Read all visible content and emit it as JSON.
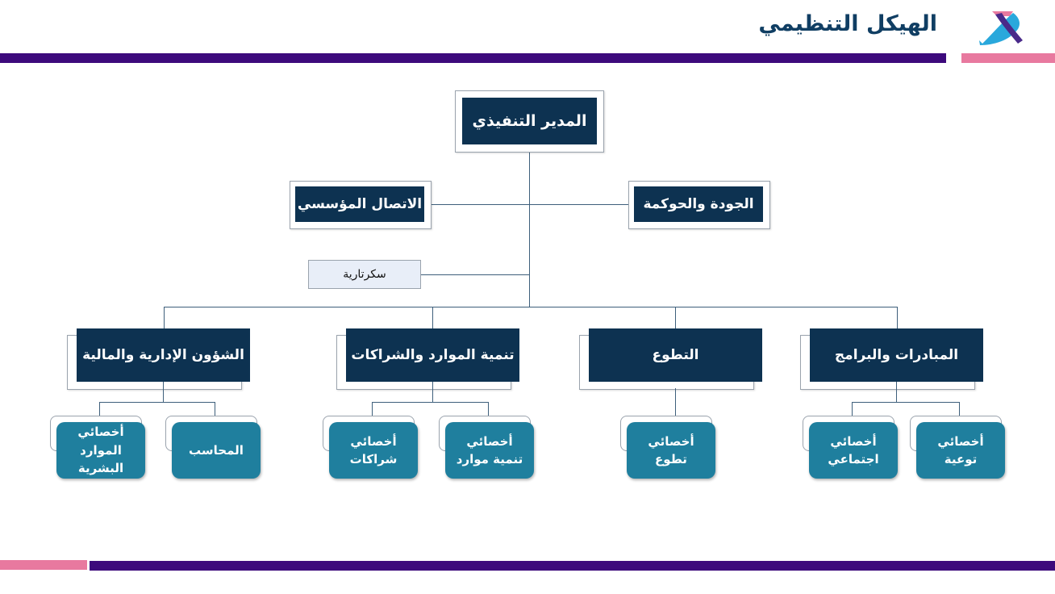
{
  "header": {
    "title": "الهيكل التنظيمي",
    "colors": {
      "purple": "#3d0a7c",
      "pink": "#e8799f",
      "navy": "#0d3251",
      "teal": "#1f7f9e"
    }
  },
  "chart": {
    "executive": "المدير التنفيذي",
    "communication": "الاتصال المؤسسي",
    "quality": "الجودة والحوكمة",
    "secretary": "سكرتارية",
    "departments": [
      {
        "label": "الشؤون الإدارية والمالية",
        "children": [
          "أخصائي الموارد\nالبشرية",
          "المحاسب"
        ]
      },
      {
        "label": "تنمية الموارد والشراكات",
        "children": [
          "أخصائي\nشراكات",
          "أخصائي\nتنمية موارد"
        ]
      },
      {
        "label": "التطوع",
        "children": [
          "أخصائي\nتطوع"
        ]
      },
      {
        "label": "المبادرات والبرامج",
        "children": [
          "أخصائي\nاجتماعي",
          "أخصائي\nتوعية"
        ]
      }
    ]
  }
}
